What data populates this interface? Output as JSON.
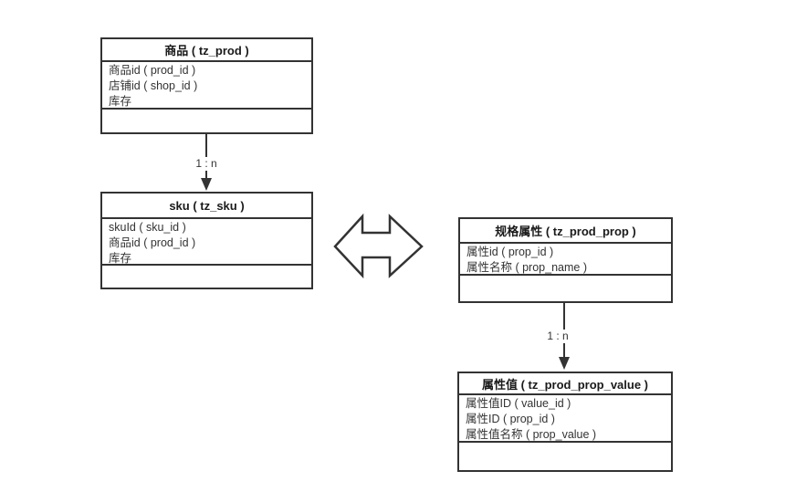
{
  "diagram": {
    "tables": [
      {
        "title": "商品 ( tz_prod )",
        "fields": [
          "商品id ( prod_id )",
          "店铺id ( shop_id )",
          "库存"
        ]
      },
      {
        "title": "sku ( tz_sku )",
        "fields": [
          "skuId ( sku_id )",
          "商品id ( prod_id )",
          "库存"
        ]
      },
      {
        "title": "规格属性 ( tz_prod_prop )",
        "fields": [
          "属性id ( prop_id )",
          "属性名称 ( prop_name )"
        ]
      },
      {
        "title": "属性值 ( tz_prod_prop_value )",
        "fields": [
          "属性值ID ( value_id )",
          "属性ID ( prop_id )",
          "属性值名称 ( prop_value )"
        ]
      }
    ],
    "relations": [
      {
        "label": "1 : n"
      },
      {
        "label": "1 : n"
      }
    ],
    "colors": {
      "line": "#333333",
      "text": "#333333",
      "background": "#ffffff"
    }
  }
}
